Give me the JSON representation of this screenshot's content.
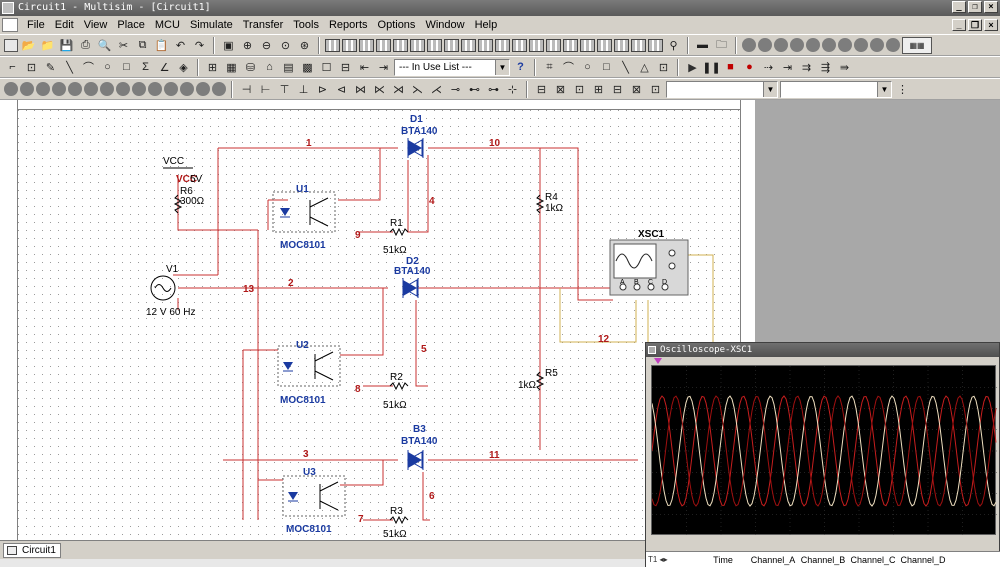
{
  "window": {
    "title": "Circuit1 - Multisim - [Circuit1]"
  },
  "menu": [
    "File",
    "Edit",
    "View",
    "Place",
    "MCU",
    "Simulate",
    "Transfer",
    "Tools",
    "Reports",
    "Options",
    "Window",
    "Help"
  ],
  "toolbar": {
    "in_use_list": "--- In Use List ---",
    "help_symbol": "?"
  },
  "tabs": [
    {
      "label": "Circuit1"
    }
  ],
  "schematic": {
    "power": {
      "name": "VCC",
      "ref": "VCC",
      "value": "5V"
    },
    "source": {
      "ref": "V1",
      "value": "12 V 60 Hz"
    },
    "scope": {
      "ref": "XSC1",
      "channels": [
        "A",
        "B",
        "C",
        "D"
      ]
    },
    "components": [
      {
        "ref": "R6",
        "value": "300Ω"
      },
      {
        "ref": "U1",
        "part": "MOC8101"
      },
      {
        "ref": "U2",
        "part": "MOC8101"
      },
      {
        "ref": "U3",
        "part": "MOC8101"
      },
      {
        "ref": "D1",
        "part": "BTA140"
      },
      {
        "ref": "D2",
        "part": "BTA140"
      },
      {
        "ref": "B3",
        "part": "BTA140"
      },
      {
        "ref": "R1",
        "value": "51kΩ"
      },
      {
        "ref": "R2",
        "value": "51kΩ"
      },
      {
        "ref": "R3",
        "value": "51kΩ"
      },
      {
        "ref": "R4",
        "value": "1kΩ"
      },
      {
        "ref": "R5",
        "value": "1kΩ"
      }
    ],
    "nets": [
      "1",
      "2",
      "3",
      "4",
      "5",
      "6",
      "7",
      "8",
      "9",
      "10",
      "11",
      "12",
      "13"
    ]
  },
  "oscilloscope": {
    "title": "Oscilloscope-XSC1",
    "columns": [
      "Time",
      "Channel_A",
      "Channel_B",
      "Channel_C",
      "Channel_D"
    ],
    "colors": {
      "trace_a": "#c81e1e",
      "trace_b": "#f0e0c0",
      "trace_c": "#a01010",
      "grid": "#404040"
    }
  },
  "colors": {
    "wire": "#c83232",
    "label_blue": "#1a3aa0",
    "label_red": "#b01818",
    "scope_wire": "#d0b050"
  }
}
